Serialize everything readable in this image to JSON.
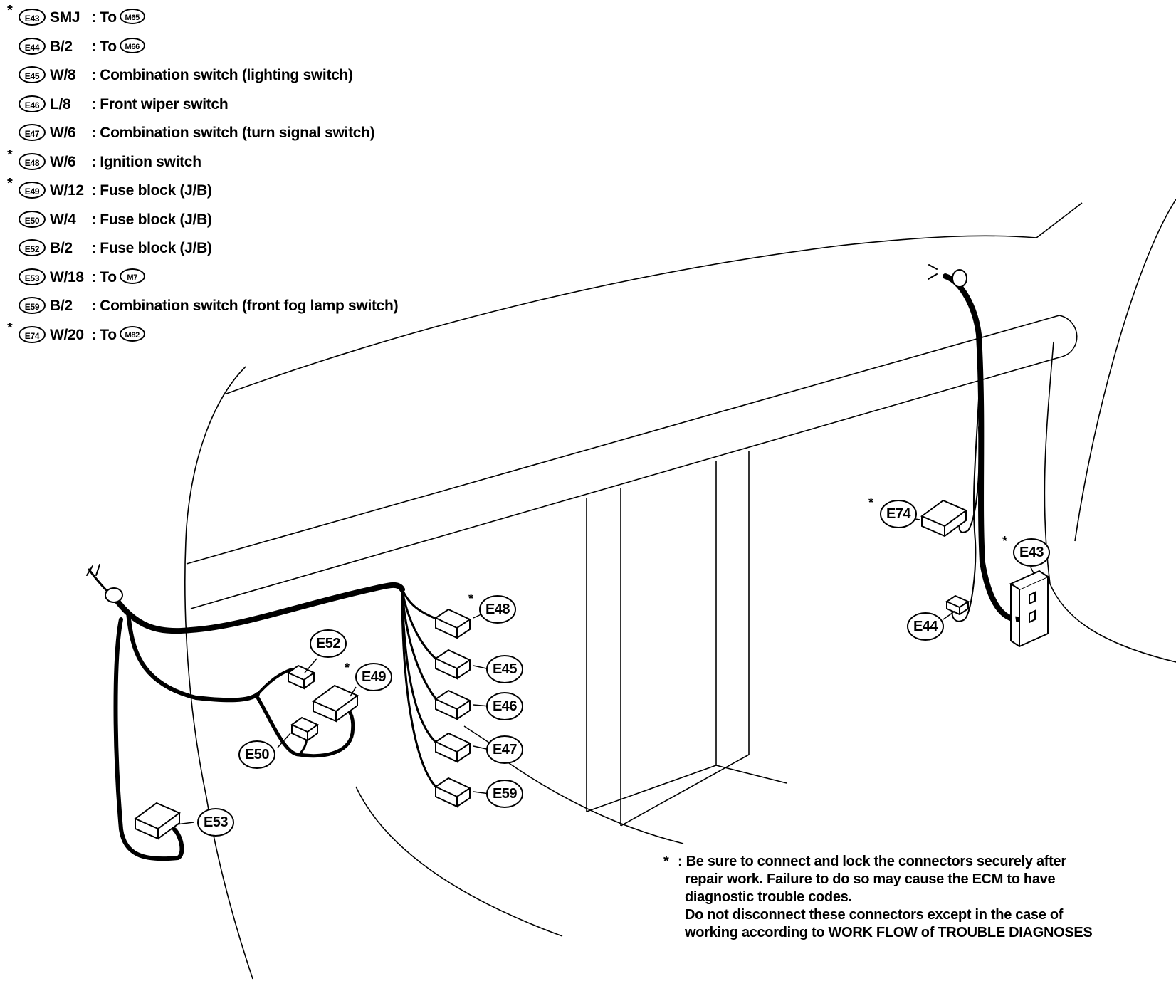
{
  "legend": [
    {
      "star": "*",
      "code": "E43",
      "type": "SMJ",
      "desc": ": To",
      "ref": "M65"
    },
    {
      "star": "",
      "code": "E44",
      "type": "B/2",
      "desc": ": To",
      "ref": "M66"
    },
    {
      "star": "",
      "code": "E45",
      "type": "W/8",
      "desc": ": Combination switch (lighting switch)",
      "ref": ""
    },
    {
      "star": "",
      "code": "E46",
      "type": "L/8",
      "desc": ": Front wiper switch",
      "ref": ""
    },
    {
      "star": "",
      "code": "E47",
      "type": "W/6",
      "desc": ": Combination switch (turn signal switch)",
      "ref": ""
    },
    {
      "star": "*",
      "code": "E48",
      "type": "W/6",
      "desc": ": Ignition switch",
      "ref": ""
    },
    {
      "star": "*",
      "code": "E49",
      "type": "W/12",
      "desc": ": Fuse block (J/B)",
      "ref": ""
    },
    {
      "star": "",
      "code": "E50",
      "type": "W/4",
      "desc": ": Fuse block (J/B)",
      "ref": ""
    },
    {
      "star": "",
      "code": "E52",
      "type": "B/2",
      "desc": ": Fuse block (J/B)",
      "ref": ""
    },
    {
      "star": "",
      "code": "E53",
      "type": "W/18",
      "desc": ": To",
      "ref": "M7"
    },
    {
      "star": "",
      "code": "E59",
      "type": "B/2",
      "desc": ": Combination switch (front fog lamp switch)",
      "ref": ""
    },
    {
      "star": "*",
      "code": "E74",
      "type": "W/20",
      "desc": ": To",
      "ref": "M82"
    }
  ],
  "callouts": {
    "e48": "E48",
    "e45": "E45",
    "e46": "E46",
    "e47": "E47",
    "e59": "E59",
    "e52": "E52",
    "e49": "E49",
    "e50": "E50",
    "e53": "E53",
    "e74": "E74",
    "e43": "E43",
    "e44": "E44",
    "star": "*"
  },
  "note": {
    "marker": "*",
    "lines": [
      ": Be sure to connect and lock the connectors securely after",
      "repair work. Failure to do so may cause the ECM to have",
      "diagnostic trouble codes.",
      "Do not disconnect these connectors except in the case of",
      "working according to WORK FLOW of TROUBLE DIAGNOSES"
    ]
  }
}
